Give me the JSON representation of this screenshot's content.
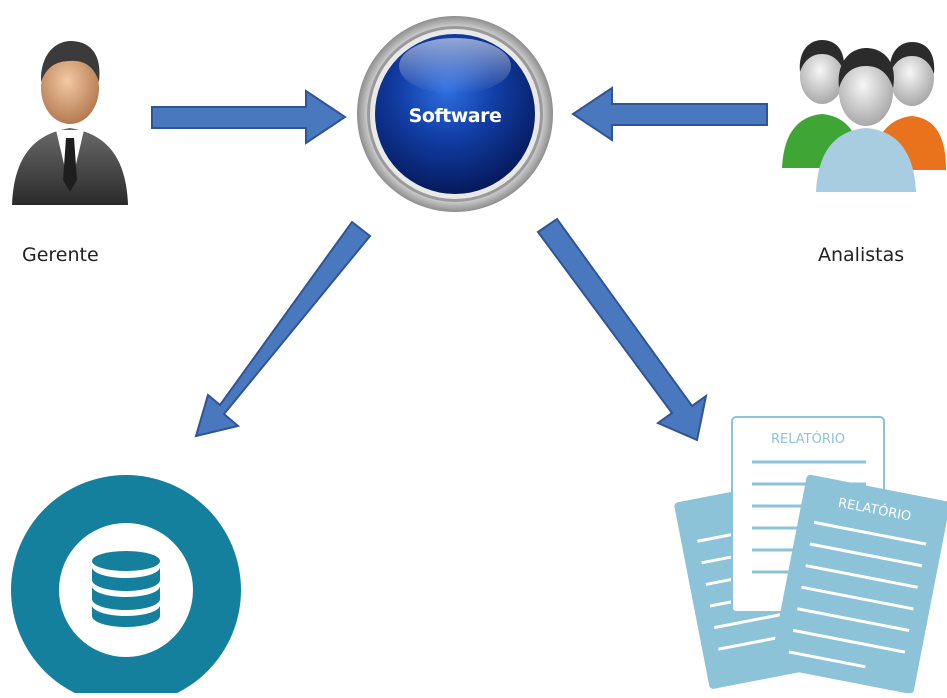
{
  "center": {
    "label": "Software"
  },
  "actors": {
    "manager": {
      "label": "Gerente",
      "icon": "manager-person-icon"
    },
    "analysts": {
      "label": "Analistas",
      "icon": "analysts-group-icon"
    }
  },
  "outputs": {
    "database": {
      "icon": "database-icon"
    },
    "reports": {
      "icon": "report-documents-icon",
      "doc_titles": [
        "RELATÓRIO",
        "RELATÓRIO"
      ]
    }
  },
  "colors": {
    "arrow_fill": "#4a78be",
    "arrow_stroke": "#2f5597",
    "software_globe": "#0b2f8a",
    "software_ring": "#b8b8b8",
    "database_circle": "#15809e",
    "report_paper": "#8cc3d8"
  }
}
